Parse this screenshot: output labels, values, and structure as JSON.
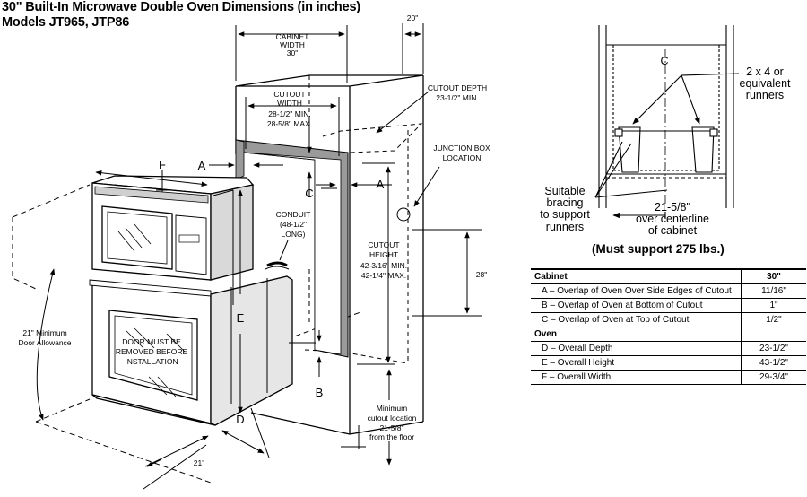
{
  "title": {
    "line1": "30\" Built-In Microwave Double Oven Dimensions (in inches)",
    "line2": "Models JT965, JTP86"
  },
  "labels": {
    "cabinet_width": [
      "CABINET",
      "WIDTH",
      "30\""
    ],
    "top_20": "20\"",
    "cutout_depth": [
      "CUTOUT DEPTH",
      "23-1/2\" MIN."
    ],
    "cutout_width": [
      "CUTOUT",
      "WIDTH",
      "28-1/2\" MIN.",
      "28-5/8\" MAX."
    ],
    "junction_box": [
      "JUNCTION BOX",
      "LOCATION"
    ],
    "conduit": [
      "CONDUIT",
      "(48-1/2\"",
      "LONG)"
    ],
    "cutout_height": [
      "CUTOUT",
      "HEIGHT",
      "42-3/16\" MIN.",
      "42-1/4\" MAX."
    ],
    "dim_28": "28\"",
    "door_allowance": [
      "21\" Minimum",
      "Door Allowance"
    ],
    "door_removed": [
      "DOOR MUST BE",
      "REMOVED BEFORE",
      "INSTALLATION"
    ],
    "minimum_cutout": [
      "Minimum",
      "cutout location",
      "21-5/8\"",
      "from the floor"
    ],
    "bottom_21": "21\"",
    "letters": {
      "A": "A",
      "B": "B",
      "C": "C",
      "D": "D",
      "E": "E",
      "F": "F"
    }
  },
  "detail": {
    "centerline": "C",
    "runners": [
      "2 x 4 or",
      "equivalent",
      "runners"
    ],
    "bracing": [
      "Suitable",
      "bracing",
      "to support",
      "runners"
    ],
    "over_centerline": [
      "21-5/8\"",
      "over centerline",
      "of cabinet"
    ],
    "support_note": "(Must support 275 lbs.)"
  },
  "table": {
    "cabinet_header": "Cabinet",
    "value_header": "30\"",
    "cabinet_rows": [
      {
        "label": "A – Overlap of Oven Over Side Edges of Cutout",
        "value": "11/16\""
      },
      {
        "label": "B – Overlap of Oven at Bottom of Cutout",
        "value": "1\""
      },
      {
        "label": "C – Overlap of Oven at Top of Cutout",
        "value": "1/2\""
      }
    ],
    "oven_header": "Oven",
    "oven_rows": [
      {
        "label": "D – Overall Depth",
        "value": "23-1/2\""
      },
      {
        "label": "E – Overall Height",
        "value": "43-1/2\""
      },
      {
        "label": "F – Overall Width",
        "value": "29-3/4\""
      }
    ]
  }
}
